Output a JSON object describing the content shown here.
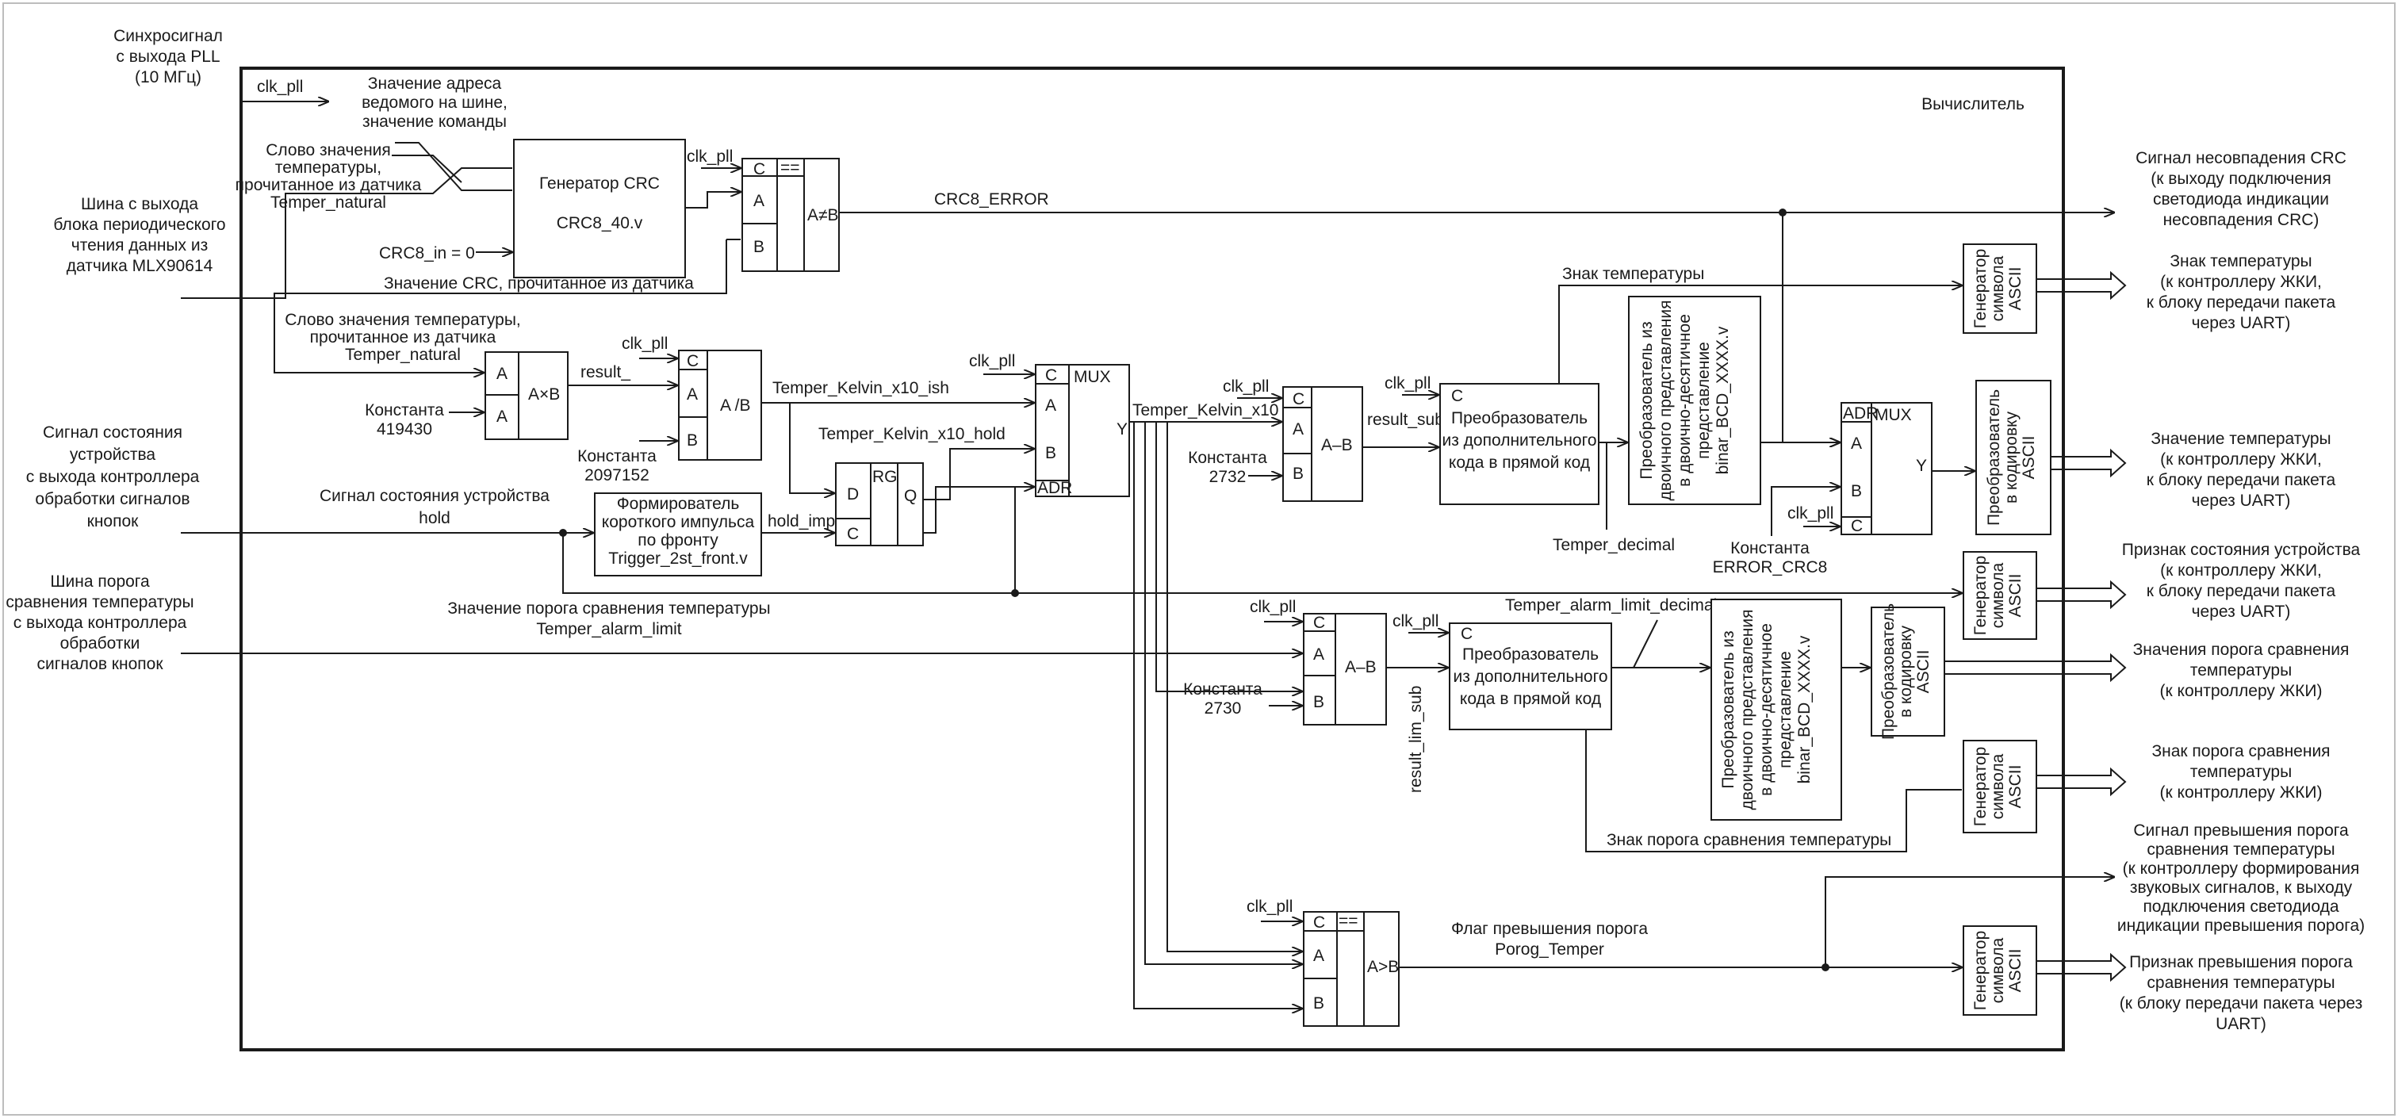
{
  "frame_title": "Вычислитель",
  "inputs": {
    "pll": [
      "Синхросигнал",
      "с выхода PLL",
      "(10 МГц)"
    ],
    "bus": [
      "Шина с выхода",
      "блока периодического",
      "чтения данных из",
      "датчика MLX90614"
    ],
    "state": [
      "Сигнал состояния",
      "устройства",
      "с выхода контроллера",
      "обработки сигналов",
      "кнопок"
    ],
    "limit": [
      "Шина порога",
      "сравнения температуры",
      "с выхода контроллера",
      "обработки",
      "сигналов кнопок"
    ]
  },
  "labels": {
    "clk_pll": "clk_pll",
    "addr": [
      "Значение адреса",
      "ведомого на шине,",
      "значение команды"
    ],
    "word1": [
      "Слово значения",
      "температуры,",
      "прочитанное из датчика",
      "Temper_natural"
    ],
    "crc_in": "CRC8_in = 0",
    "crc_read": "Значение CRC, прочитанное из датчика",
    "word2": [
      "Слово значения температуры,",
      "прочитанное из датчика",
      "Temper_natural"
    ],
    "const1": [
      "Константа",
      "419430"
    ],
    "const2": [
      "Константа",
      "2097152"
    ],
    "result": "result_",
    "kelvin_ish": "Temper_Kelvin_x10_ish",
    "kelvin_hold": "Temper_Kelvin_x10_hold",
    "kelvin": "Temper_Kelvin_x10",
    "state_sig": [
      "Сигнал состояния устройства",
      "hold"
    ],
    "hold_imp": "hold_imp",
    "const3": [
      "Константа",
      "2732"
    ],
    "result_sub": "result_sub",
    "sign_temp": "Знак температуры",
    "temper_decimal": "Temper_decimal",
    "const4": [
      "Константа",
      "ERROR_CRC8"
    ],
    "crc8_error": "CRC8_ERROR",
    "limit_value": [
      "Значение порога сравнения температуры",
      "Temper_alarm_limit"
    ],
    "alarm_decimal": "Temper_alarm_limit_decimal",
    "const5": [
      "Константа",
      "2730"
    ],
    "result_lim_sub": "result_lim_sub",
    "sign_limit": "Знак порога сравнения температуры",
    "flag": [
      "Флаг превышения порога",
      "Porog_Temper"
    ]
  },
  "blocks": {
    "crc_gen": [
      "Генератор CRC",
      "CRC8_40.v"
    ],
    "pulse": [
      "Формирователь",
      "короткого импульса",
      "по фронту",
      "Trigger_2st_front.v"
    ],
    "conv_code": [
      "Преобразователь",
      "из дополнительного",
      "кода в прямой код"
    ],
    "bcd": [
      "Преобразователь из",
      "двоичного представления",
      "в двоично-десятичное",
      "представление",
      "binar_BCD_XXXX.v"
    ],
    "ascii_code": [
      "Преобразователь",
      "в кодировку",
      "ASCII"
    ],
    "ascii_gen": [
      "Генератор",
      "символа",
      "ASCII"
    ]
  },
  "ports": {
    "c": "C",
    "a": "A",
    "b": "B",
    "d": "D",
    "q": "Q",
    "y": "Y",
    "rg": "RG",
    "mux": "MUX",
    "adr": "ADR",
    "eq": "==",
    "neq": "A≠B",
    "mul": "A×B",
    "div": "A /B",
    "sub": "A–B",
    "gt": "A>B"
  },
  "outputs": {
    "crc": [
      "Сигнал несовпадения CRC",
      "(к выходу подключения",
      "светодиода индикации",
      "несовпадения CRC)"
    ],
    "sign": [
      "Знак температуры",
      "(к контроллеру ЖКИ,",
      "к блоку передачи пакета",
      "через UART)"
    ],
    "value": [
      "Значение температуры",
      "(к контроллеру ЖКИ,",
      "к блоку передачи пакета",
      "через UART)"
    ],
    "state": [
      "Признак состояния устройства",
      "(к контроллеру ЖКИ,",
      "к блоку передачи пакета",
      "через UART)"
    ],
    "limit_value": [
      "Значения порога сравнения",
      "температуры",
      "(к контроллеру ЖКИ)"
    ],
    "limit_sign": [
      "Знак порога сравнения",
      "температуры",
      "(к контроллеру ЖКИ)"
    ],
    "exceed_signal": [
      "Сигнал превышения порога",
      "сравнения температуры",
      "(к контроллеру формирования",
      "звуковых сигналов, к выходу",
      "подключения светодиода",
      "индикации превышения порога)"
    ],
    "exceed_flag": [
      "Признак превышения порога",
      "сравнения температуры",
      "(к блоку передачи пакета через",
      "UART)"
    ]
  }
}
